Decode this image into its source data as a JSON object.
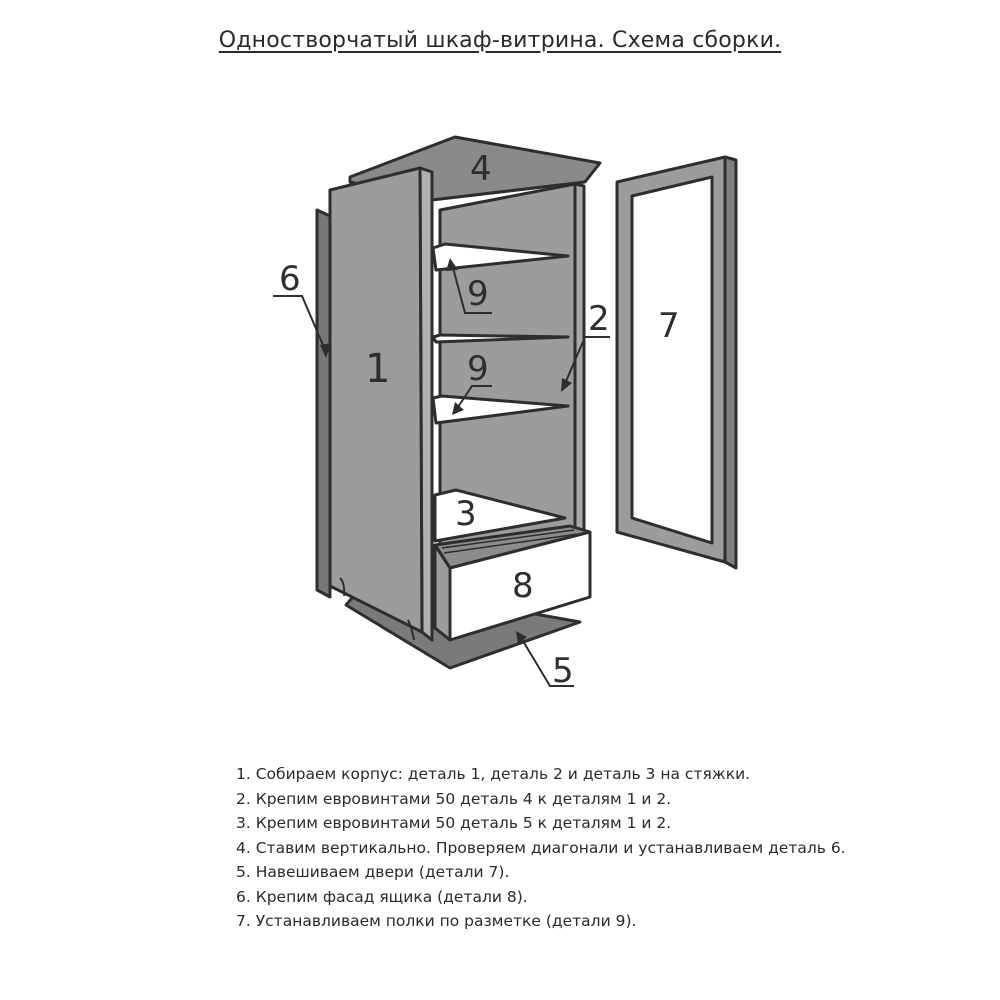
{
  "title": "Одностворчатый шкаф-витрина. Схема сборки.",
  "colors": {
    "panel": "#9c9c9c",
    "panel_dark": "#777777",
    "panel_light": "#b5b5b5",
    "white": "#ffffff",
    "stroke": "#2e2e2e"
  },
  "labels": {
    "p1": "1",
    "p2": "2",
    "p3": "3",
    "p4": "4",
    "p5": "5",
    "p6": "6",
    "p7": "7",
    "p8": "8",
    "p9a": "9",
    "p9b": "9"
  },
  "steps": [
    "1. Собираем корпус: деталь 1, деталь 2 и деталь 3 на стяжки.",
    "2. Крепим евровинтами 50 деталь 4 к деталям 1 и 2.",
    "3. Крепим евровинтами 50  деталь 5 к деталям 1 и 2.",
    "4. Ставим вертикально. Проверяем диагонали и устанавливаем деталь 6.",
    "5. Навешиваем двери (детали 7).",
    "6. Крепим фасад ящика (детали 8).",
    "7. Устанавливаем полки по разметке (детали 9)."
  ]
}
